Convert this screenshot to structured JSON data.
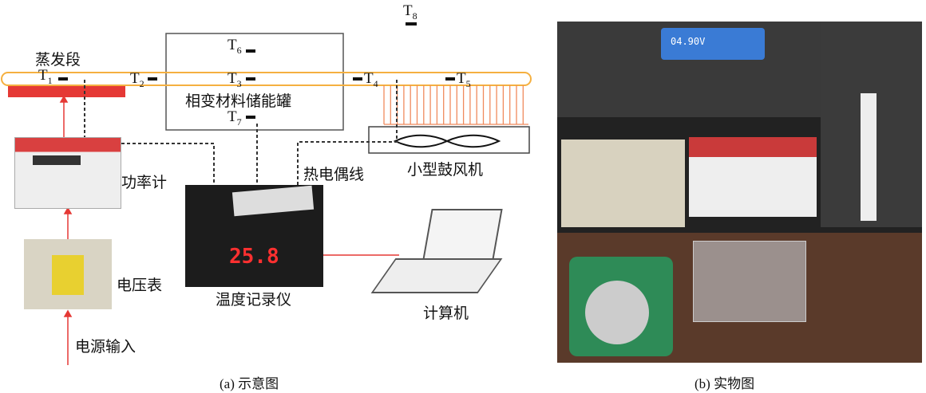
{
  "schematic": {
    "labels": {
      "evaporator": "蒸发段",
      "tank": "相变材料储能罐",
      "power_meter": "功率计",
      "thermocouple": "热电偶线",
      "blower": "小型鼓风机",
      "voltmeter": "电压表",
      "recorder": "温度记录仪",
      "computer": "计算机",
      "power_input": "电源输入"
    },
    "sensors": [
      {
        "id": "T",
        "sub": "1"
      },
      {
        "id": "T",
        "sub": "2"
      },
      {
        "id": "T",
        "sub": "3"
      },
      {
        "id": "T",
        "sub": "4"
      },
      {
        "id": "T",
        "sub": "5"
      },
      {
        "id": "T",
        "sub": "6"
      },
      {
        "id": "T",
        "sub": "7"
      },
      {
        "id": "T",
        "sub": "8"
      }
    ],
    "recorder_display": "25.8",
    "caption": "(a) 示意图"
  },
  "photo": {
    "meter_display": "04.90V",
    "caption": "(b) 实物图"
  },
  "colors": {
    "heat_pipe": "#f5b040",
    "heater": "#e53935",
    "fins": "#f08a5d",
    "wire": "#e53935"
  }
}
